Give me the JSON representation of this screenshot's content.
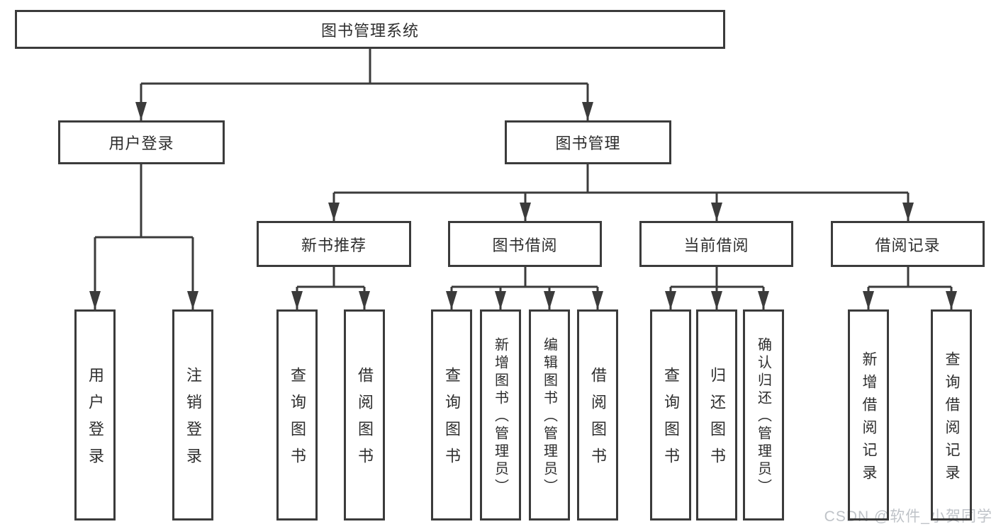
{
  "colors": {
    "line": "#3b3b3b",
    "text": "#2e2e2e",
    "watermark": "#bfc3c8"
  },
  "watermark": "CSDN @软件_小贺同学",
  "tree": {
    "label": "图书管理系统",
    "children": [
      {
        "label": "用户登录",
        "children": [
          {
            "label": "用户登录"
          },
          {
            "label": "注销登录"
          }
        ]
      },
      {
        "label": "图书管理",
        "children": [
          {
            "label": "新书推荐",
            "children": [
              {
                "label": "查询图书"
              },
              {
                "label": "借阅图书"
              }
            ]
          },
          {
            "label": "图书借阅",
            "children": [
              {
                "label": "查询图书"
              },
              {
                "label": "新增图书（管理员）"
              },
              {
                "label": "编辑图书（管理员）"
              },
              {
                "label": "借阅图书"
              }
            ]
          },
          {
            "label": "当前借阅",
            "children": [
              {
                "label": "查询图书"
              },
              {
                "label": "归还图书"
              },
              {
                "label": "确认归还（管理员）"
              }
            ]
          },
          {
            "label": "借阅记录",
            "children": [
              {
                "label": "新增借阅记录"
              },
              {
                "label": "查询借阅记录"
              }
            ]
          }
        ]
      }
    ]
  }
}
